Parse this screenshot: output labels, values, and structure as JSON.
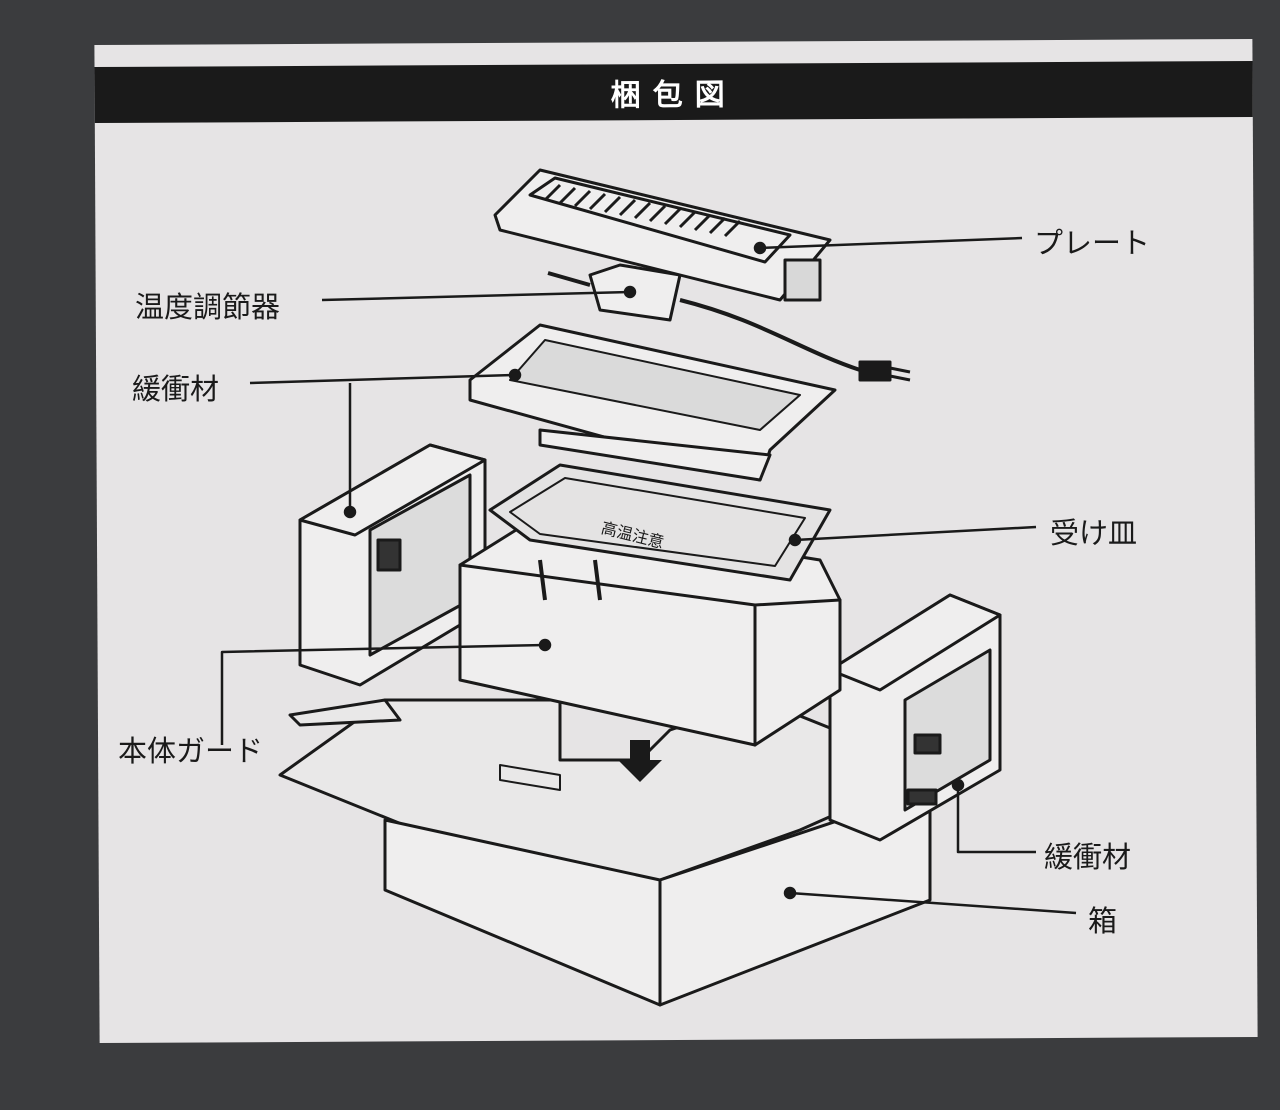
{
  "title": "梱包図",
  "labels": {
    "plate": "プレート",
    "thermostat": "温度調節器",
    "cushion_top": "緩衝材",
    "drip_tray": "受け皿",
    "body_guard": "本体ガード",
    "cushion_side": "緩衝材",
    "box": "箱"
  },
  "tray_marking": "高温注意"
}
